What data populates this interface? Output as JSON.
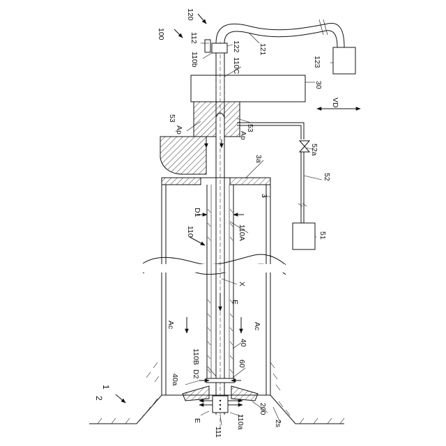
{
  "diagram": {
    "labels": {
      "n100": "100",
      "n120": "120",
      "n112": "112",
      "n122": "122",
      "n110b": "110b",
      "n110C": "110C",
      "n121": "121",
      "n123": "123",
      "n30": "30",
      "vd": "VD",
      "n53_left": "53",
      "n53_right": "53",
      "ap_left": "Ap",
      "ap_right": "Ap",
      "n3a": "3a",
      "n52a": "52a",
      "n52": "52",
      "n3": "3",
      "d1": "D1",
      "n110": "110",
      "n110A": "110A",
      "n51": "51",
      "x": "X",
      "e_mid": "E",
      "ac_left": "Ac",
      "ac_right": "Ac",
      "n110B": "110B",
      "n40": "40",
      "n40a": "40a",
      "d2": "D2",
      "n60": "60",
      "n2": "2",
      "n1": "1",
      "n200": "200",
      "e_bottom": "E",
      "n111": "111",
      "n110a": "110a",
      "n2s": "2s"
    }
  }
}
